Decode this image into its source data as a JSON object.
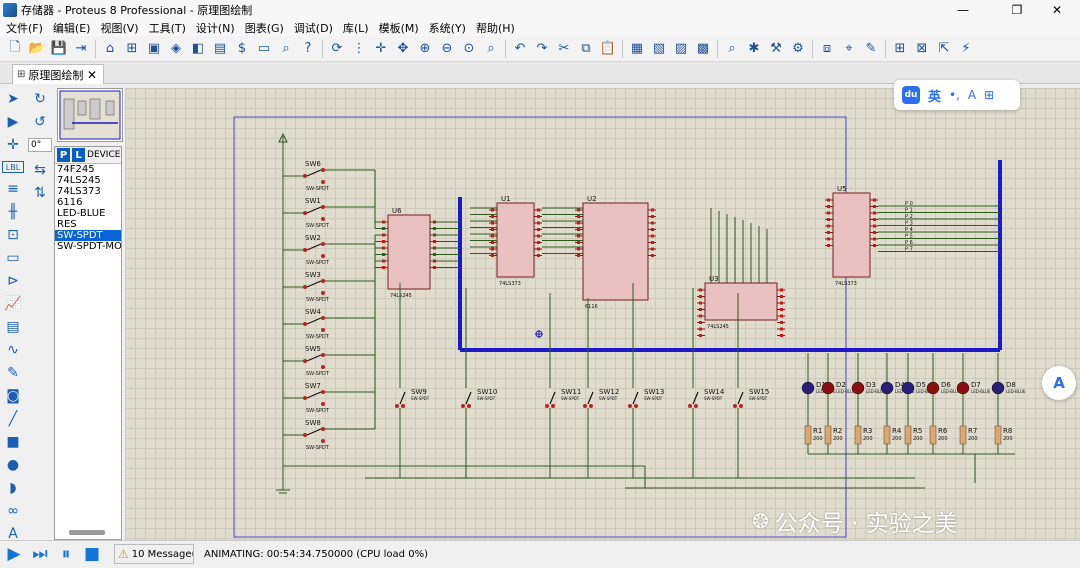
{
  "window": {
    "title": "存储器 - Proteus 8 Professional - 原理图绘制",
    "minimize": "—",
    "restore": "❐",
    "close": "✕"
  },
  "menu": [
    "文件(F)",
    "编辑(E)",
    "视图(V)",
    "工具(T)",
    "设计(N)",
    "图表(G)",
    "调试(D)",
    "库(L)",
    "模板(M)",
    "系统(Y)",
    "帮助(H)"
  ],
  "toolbar": [
    {
      "name": "new-file-icon",
      "glyph": "🗋"
    },
    {
      "name": "open-folder-icon",
      "glyph": "📂"
    },
    {
      "name": "save-icon",
      "glyph": "💾"
    },
    {
      "name": "import-icon",
      "glyph": "⇥"
    },
    {
      "sep": true
    },
    {
      "name": "home-icon",
      "glyph": "⌂"
    },
    {
      "name": "schematic-icon",
      "glyph": "⊞"
    },
    {
      "name": "pcb-icon",
      "glyph": "▣"
    },
    {
      "name": "3d-icon",
      "glyph": "◈"
    },
    {
      "name": "gerber-icon",
      "glyph": "◧"
    },
    {
      "name": "bom-icon",
      "glyph": "▤"
    },
    {
      "name": "cost-icon",
      "glyph": "$"
    },
    {
      "name": "source-code-icon",
      "glyph": "▭"
    },
    {
      "name": "design-explorer-icon",
      "glyph": "⌕"
    },
    {
      "name": "help-icon",
      "glyph": "?"
    },
    {
      "sep": true
    },
    {
      "name": "refresh-icon",
      "glyph": "⟳"
    },
    {
      "name": "grid-icon",
      "glyph": "⋮"
    },
    {
      "name": "origin-icon",
      "glyph": "✛"
    },
    {
      "name": "pan-icon",
      "glyph": "✥"
    },
    {
      "name": "zoom-in-icon",
      "glyph": "⊕"
    },
    {
      "name": "zoom-out-icon",
      "glyph": "⊖"
    },
    {
      "name": "zoom-all-icon",
      "glyph": "⊙"
    },
    {
      "name": "zoom-area-icon",
      "glyph": "⌕"
    },
    {
      "sep": true
    },
    {
      "name": "undo-icon",
      "glyph": "↶"
    },
    {
      "name": "redo-icon",
      "glyph": "↷"
    },
    {
      "name": "cut-icon",
      "glyph": "✂"
    },
    {
      "name": "copy-icon",
      "glyph": "⧉"
    },
    {
      "name": "paste-icon",
      "glyph": "📋"
    },
    {
      "sep": true
    },
    {
      "name": "block-copy-icon",
      "glyph": "▦"
    },
    {
      "name": "block-move-icon",
      "glyph": "▧"
    },
    {
      "name": "block-rotate-icon",
      "glyph": "▨"
    },
    {
      "name": "block-delete-icon",
      "glyph": "▩"
    },
    {
      "sep": true
    },
    {
      "name": "pick-device-icon",
      "glyph": "⌕"
    },
    {
      "name": "make-device-icon",
      "glyph": "✱"
    },
    {
      "name": "package-tool-icon",
      "glyph": "⚒"
    },
    {
      "name": "decompose-icon",
      "glyph": "⚙"
    },
    {
      "sep": true
    },
    {
      "name": "wire-autorouter-icon",
      "glyph": "⧈"
    },
    {
      "name": "search-tag-icon",
      "glyph": "⌖"
    },
    {
      "name": "property-tool-icon",
      "glyph": "✎"
    },
    {
      "sep": true
    },
    {
      "name": "new-sheet-icon",
      "glyph": "⊞"
    },
    {
      "name": "remove-sheet-icon",
      "glyph": "⊠"
    },
    {
      "name": "exit-to-parent-icon",
      "glyph": "⇱"
    },
    {
      "name": "netlist-icon",
      "glyph": "⚡"
    }
  ],
  "tab": {
    "label": "原理图绘制",
    "close": "✕"
  },
  "left_tools": [
    {
      "name": "selection-mode-icon",
      "glyph": "➤"
    },
    {
      "name": "component-mode-icon",
      "glyph": "▶"
    },
    {
      "name": "junction-dot-icon",
      "glyph": "✛"
    },
    {
      "name": "wire-label-icon",
      "glyph": "LBL"
    },
    {
      "name": "text-script-icon",
      "glyph": "≡"
    },
    {
      "name": "bus-icon",
      "glyph": "╫"
    },
    {
      "name": "subcircuit-icon",
      "glyph": "⊡"
    },
    {
      "name": "terminals-icon",
      "glyph": "▭"
    },
    {
      "name": "device-pins-icon",
      "glyph": "⊳"
    },
    {
      "name": "graph-icon",
      "glyph": "📈"
    },
    {
      "name": "tape-recorder-icon",
      "glyph": "▤"
    },
    {
      "name": "generator-icon",
      "glyph": "∿"
    },
    {
      "name": "voltage-probe-icon",
      "glyph": "✎"
    },
    {
      "name": "virtual-instrument-icon",
      "glyph": "◙"
    },
    {
      "name": "line-icon",
      "glyph": "╱"
    },
    {
      "name": "box-icon",
      "glyph": "■"
    },
    {
      "name": "circle-icon",
      "glyph": "●"
    },
    {
      "name": "arc-icon",
      "glyph": "◗"
    },
    {
      "name": "path-icon",
      "glyph": "∞"
    },
    {
      "name": "text-icon",
      "glyph": "A"
    },
    {
      "name": "symbol-icon",
      "glyph": "⊕"
    }
  ],
  "mid_tools": [
    {
      "name": "rotate-cw-icon",
      "glyph": "↻"
    },
    {
      "name": "rotate-ccw-icon",
      "glyph": "↺"
    },
    {
      "name": "mirror-x-icon",
      "glyph": "⇆"
    },
    {
      "name": "mirror-y-icon",
      "glyph": "⇅"
    }
  ],
  "rotation": "0°",
  "devices": {
    "p_label": "P",
    "l_label": "L",
    "title": "DEVICES",
    "items": [
      "74F245",
      "74LS245",
      "74LS373",
      "6116",
      "LED-BLUE",
      "RES",
      "SW-SPDT",
      "SW-SPDT-MOM"
    ],
    "selected": "SW-SPDT"
  },
  "ime": {
    "logo": "du",
    "lang": "英"
  },
  "float_ai": "A",
  "watermark": "公众号 · 实验之美",
  "status": {
    "message": "10 Message(...",
    "animating": "ANIMATING: 00:54:34.750000 (CPU load 0%)"
  },
  "schematic": {
    "bus_color": "#1a1ac8",
    "wire_color": "#2b5a1c",
    "chip_fill": "#e9c1c1",
    "chip_stroke": "#7a1c1c",
    "led_color": "#2a1e78",
    "led_lit": "#8a0f0f",
    "chips": [
      {
        "id": "U6",
        "part": "74LS245"
      },
      {
        "id": "U1",
        "part": "74LS373"
      },
      {
        "id": "U2",
        "part": "6116"
      },
      {
        "id": "U3",
        "part": "74LS245"
      },
      {
        "id": "U5",
        "part": "74LS373"
      }
    ],
    "switches_left": [
      "SW6",
      "SW1",
      "SW2",
      "SW3",
      "SW4",
      "SW5",
      "SW7",
      "SW8"
    ],
    "switches_bottom": [
      "SW9",
      "SW10",
      "SW11",
      "SW12",
      "SW13",
      "SW14",
      "SW15"
    ],
    "switch_part": "SW-SPDT",
    "leds": [
      "D1",
      "D2",
      "D3",
      "D4",
      "D5",
      "D6",
      "D7",
      "D8"
    ],
    "led_part": "LED-BLUE",
    "resistors": [
      "R1",
      "R2",
      "R3",
      "R4",
      "R5",
      "R6",
      "R7",
      "R8"
    ],
    "res_value": "200",
    "bus_labels": [
      "P 0",
      "P 1",
      "P 2",
      "P 3",
      "P 4",
      "P 5",
      "P 6",
      "P 7"
    ]
  }
}
